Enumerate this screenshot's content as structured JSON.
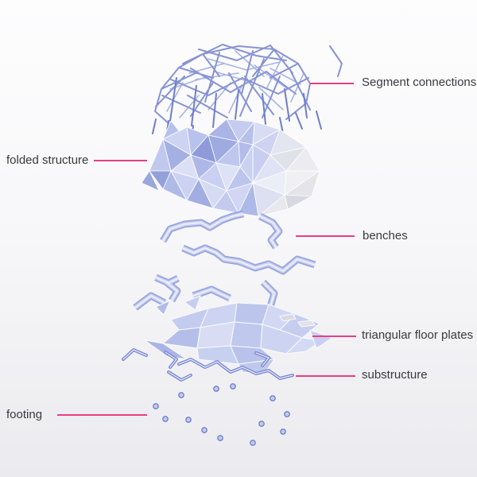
{
  "annotations": {
    "segment_connections": {
      "label": "Segment connections"
    },
    "folded_structure": {
      "label": "folded structure"
    },
    "benches": {
      "label": "benches"
    },
    "floor_plates": {
      "label": "triangular floor plates"
    },
    "substructure": {
      "label": "substructure"
    },
    "footing": {
      "label": "footing"
    }
  },
  "colors": {
    "accent": "#ea3e83",
    "wireframe": "#8793d4",
    "wireframe_light": "#aab3e6",
    "facet_periwinkle": "#aab4e6",
    "facet_pale": "#dfe3f6",
    "footing_dot": "#6f7ec9"
  }
}
